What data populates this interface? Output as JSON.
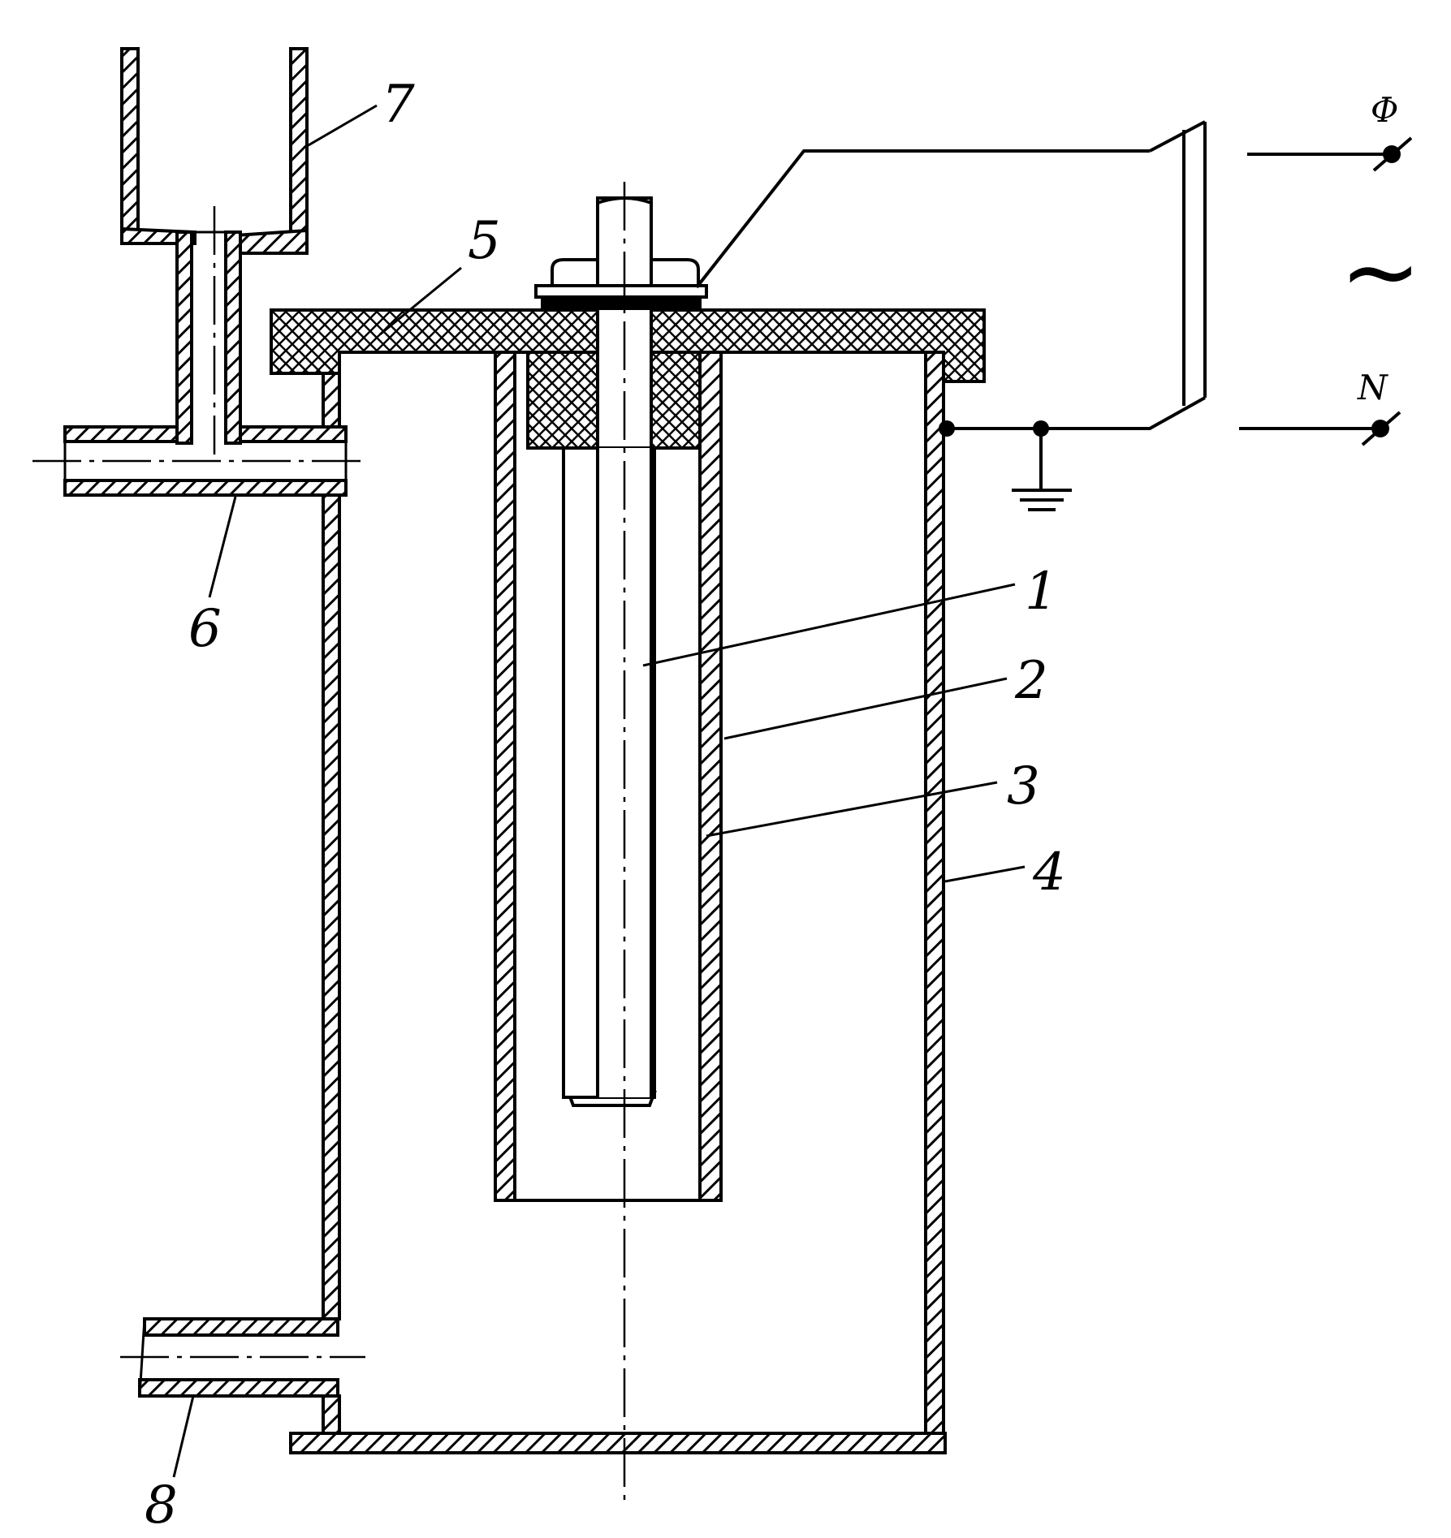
{
  "labels": {
    "part1": "1",
    "part2": "2",
    "part3": "3",
    "part4": "4",
    "part5": "5",
    "part6": "6",
    "part7": "7",
    "part8": "8",
    "phase": "Φ",
    "neutral": "N",
    "ac_symbol": "~"
  }
}
